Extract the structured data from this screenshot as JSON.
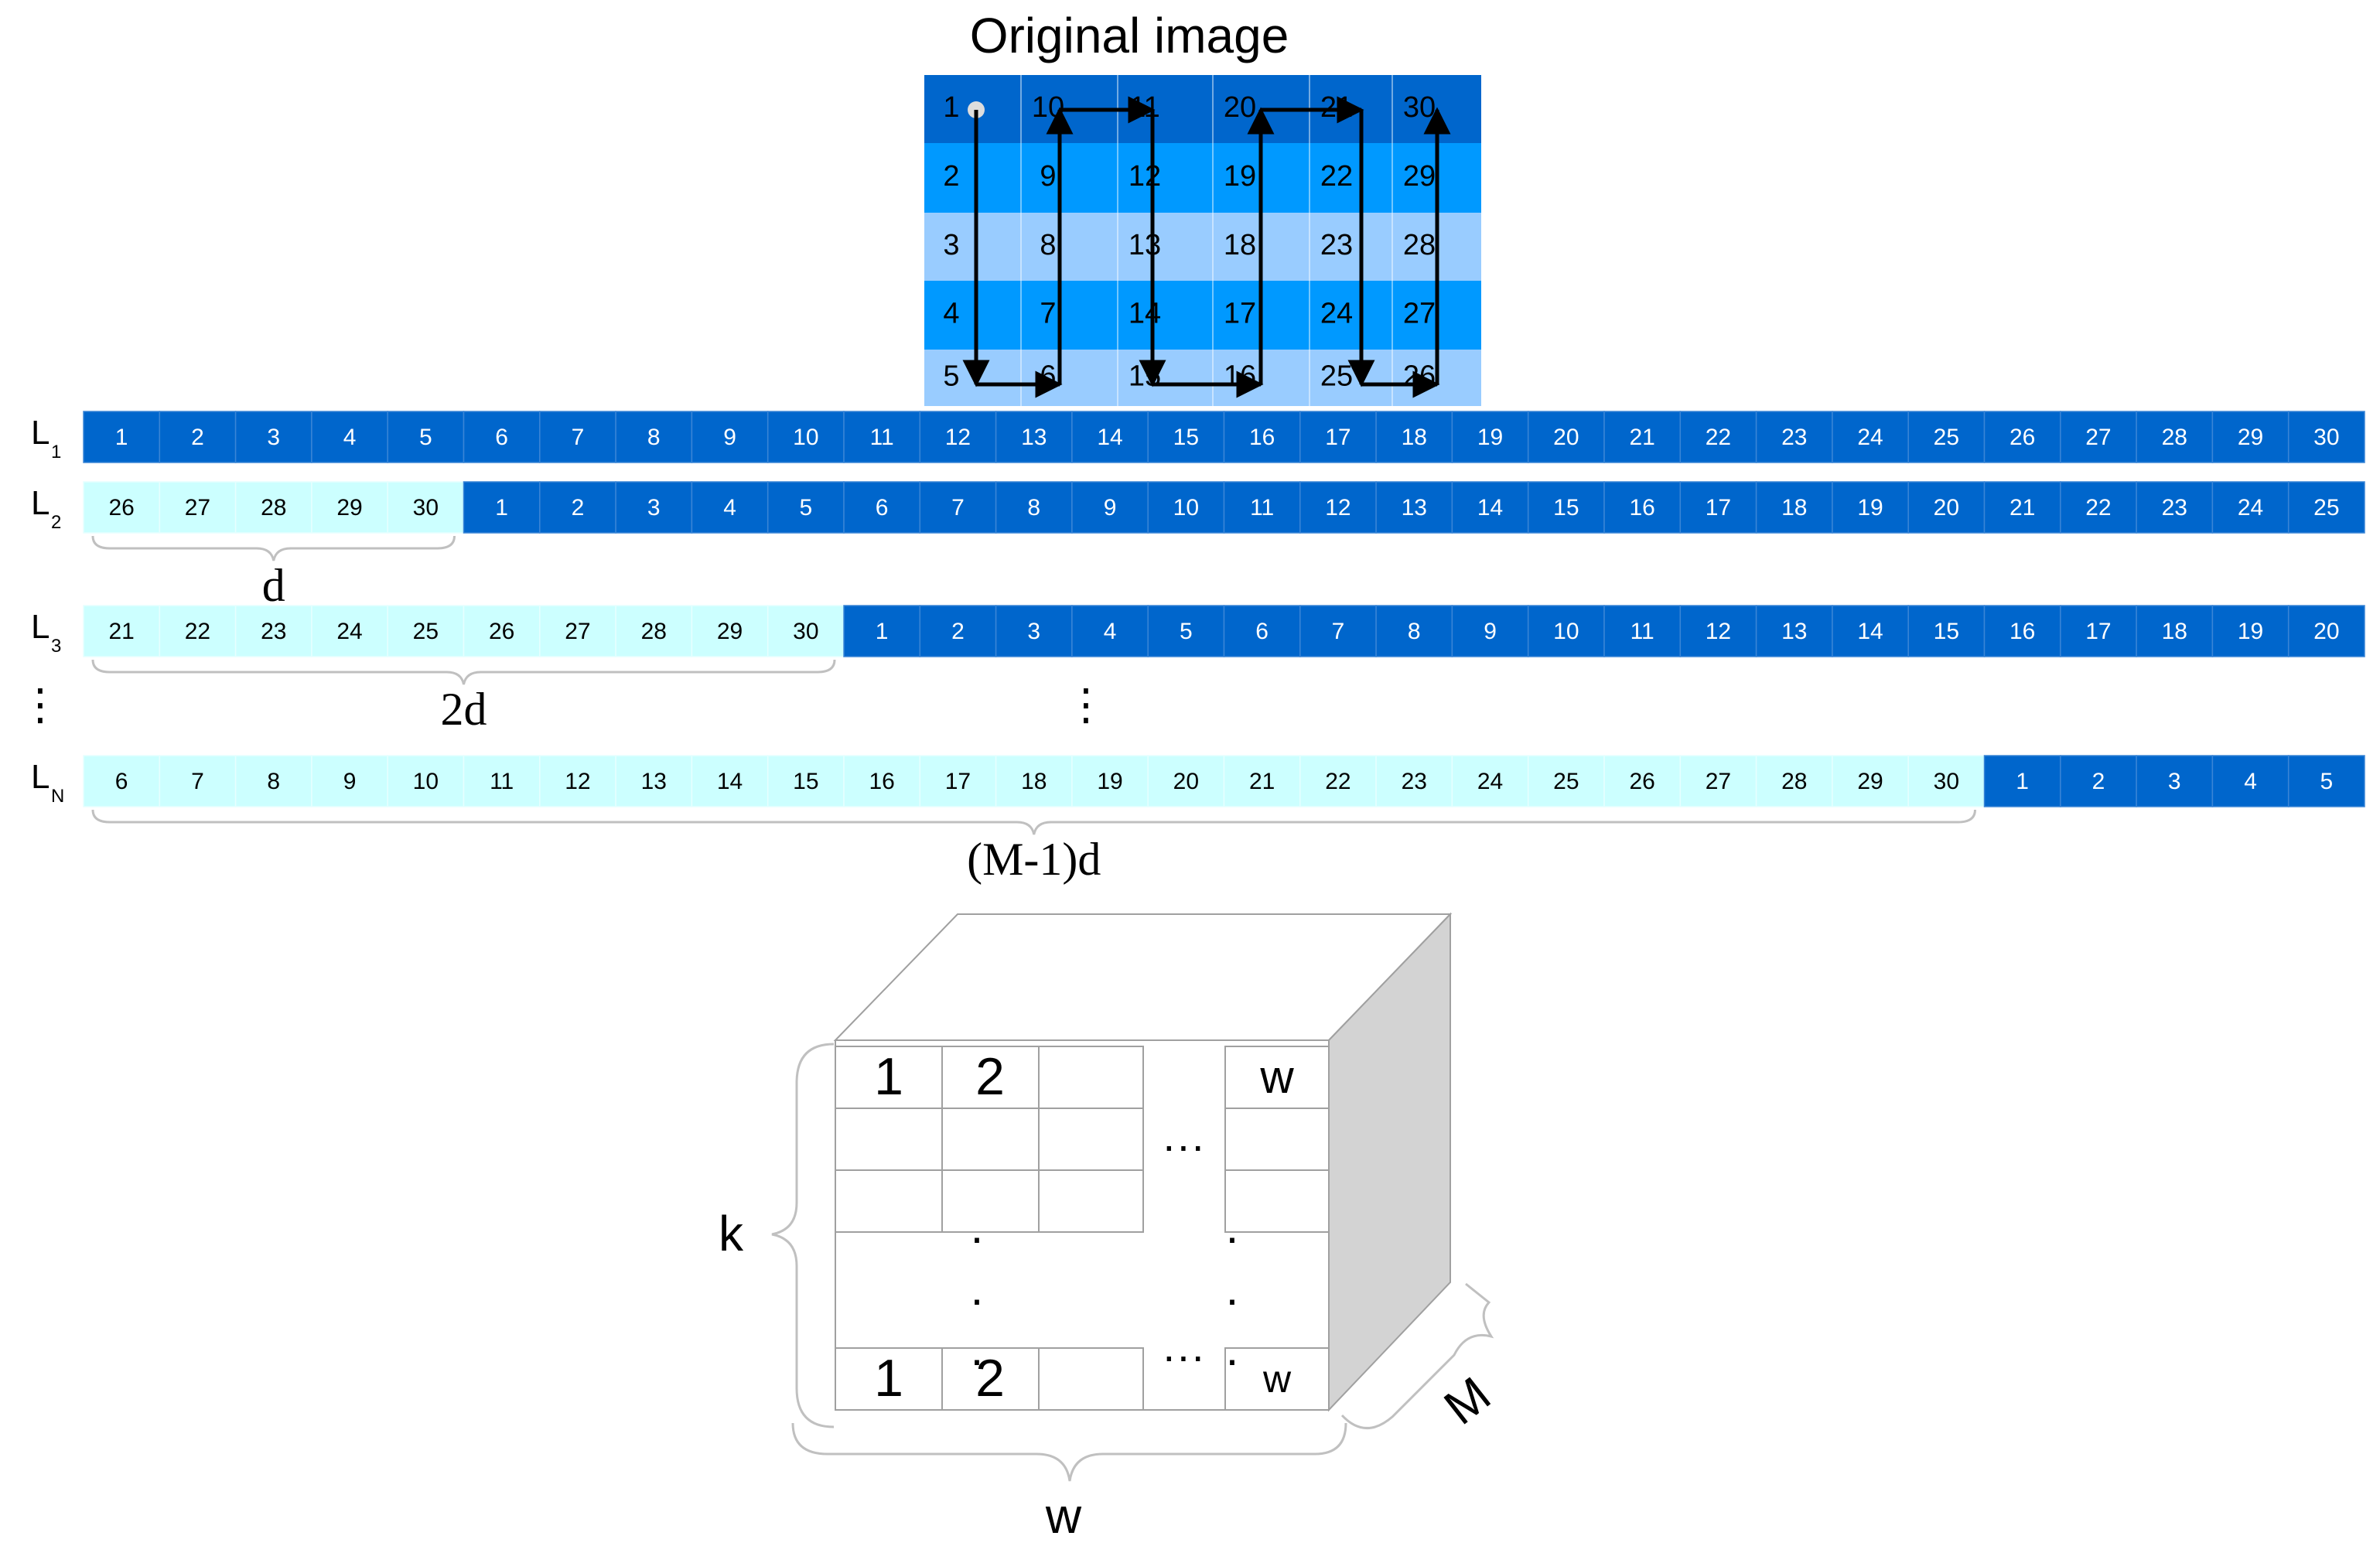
{
  "title": "Original image",
  "colors": {
    "dark_blue": "#0066cc",
    "mid_blue": "#0099ff",
    "light_blue": "#99ccff",
    "shift_cyan": "#ccffff",
    "arrow": "#000000",
    "start_dot": "#dddddd",
    "cube_side": "#d3d3d3"
  },
  "grid": {
    "columns": [
      [
        "1",
        "2",
        "3",
        "4",
        "5"
      ],
      [
        "10",
        "9",
        "8",
        "7",
        "6"
      ],
      [
        "11",
        "12",
        "13",
        "14",
        "15"
      ],
      [
        "20",
        "19",
        "18",
        "17",
        "16"
      ],
      [
        "21",
        "22",
        "23",
        "24",
        "25"
      ],
      [
        "30",
        "29",
        "28",
        "27",
        "26"
      ]
    ],
    "row_shades": [
      "dark",
      "mid",
      "light",
      "mid",
      "light"
    ]
  },
  "sequences": [
    {
      "label": "L",
      "sub": "1",
      "shift_count": 0,
      "cells": [
        "1",
        "2",
        "3",
        "4",
        "5",
        "6",
        "7",
        "8",
        "9",
        "10",
        "11",
        "12",
        "13",
        "14",
        "15",
        "16",
        "17",
        "18",
        "19",
        "20",
        "21",
        "22",
        "23",
        "24",
        "25",
        "26",
        "27",
        "28",
        "29",
        "30"
      ]
    },
    {
      "label": "L",
      "sub": "2",
      "shift_count": 5,
      "cells": [
        "26",
        "27",
        "28",
        "29",
        "30",
        "1",
        "2",
        "3",
        "4",
        "5",
        "6",
        "7",
        "8",
        "9",
        "10",
        "11",
        "12",
        "13",
        "14",
        "15",
        "16",
        "17",
        "18",
        "19",
        "20",
        "21",
        "22",
        "23",
        "24",
        "25"
      ],
      "brace_label": "d"
    },
    {
      "label": "L",
      "sub": "3",
      "shift_count": 10,
      "cells": [
        "21",
        "22",
        "23",
        "24",
        "25",
        "26",
        "27",
        "28",
        "29",
        "30",
        "1",
        "2",
        "3",
        "4",
        "5",
        "6",
        "7",
        "8",
        "9",
        "10",
        "11",
        "12",
        "13",
        "14",
        "15",
        "16",
        "17",
        "18",
        "19",
        "20"
      ],
      "brace_label": "2d"
    },
    {
      "label": "L",
      "sub": "N",
      "shift_count": 25,
      "cells": [
        "6",
        "7",
        "8",
        "9",
        "10",
        "11",
        "12",
        "13",
        "14",
        "15",
        "16",
        "17",
        "18",
        "19",
        "20",
        "21",
        "22",
        "23",
        "24",
        "25",
        "26",
        "27",
        "28",
        "29",
        "30",
        "1",
        "2",
        "3",
        "4",
        "5"
      ],
      "brace_label": "(M-1)d"
    }
  ],
  "ellipsis": "⋮",
  "cube": {
    "top_row": [
      "1",
      "2",
      "",
      "w"
    ],
    "bottom_row": [
      "1",
      "2",
      "",
      "w"
    ],
    "h_dots": "···",
    "v_dot": "·",
    "label_k": "k",
    "label_w": "w",
    "label_M": "M"
  }
}
